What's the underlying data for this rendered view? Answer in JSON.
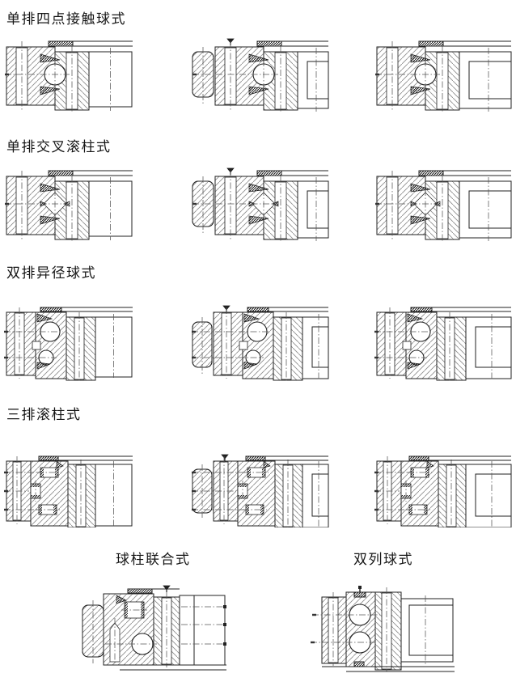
{
  "page": {
    "kind": "slewing-bearing-structure-type-chart",
    "background": "#ffffff",
    "ink_color": "#222222",
    "hatch_color": "#8a8a8a",
    "centerline_color": "#555555"
  },
  "rows": [
    {
      "label": "单排四点接触球式",
      "type": "single-row-four-point-contact-ball",
      "rolling_element": "ball",
      "cells": [
        {
          "variant": "plain"
        },
        {
          "variant": "external-gear"
        },
        {
          "variant": "internal-gear"
        }
      ]
    },
    {
      "label": "单排交叉滚柱式",
      "type": "single-row-crossed-roller",
      "rolling_element": "crossed-roller-diamond",
      "cells": [
        {
          "variant": "plain"
        },
        {
          "variant": "external-gear"
        },
        {
          "variant": "internal-gear"
        }
      ]
    },
    {
      "label": "双排异径球式",
      "type": "double-row-different-diameter-ball",
      "rolling_element": "two-balls-different-diameter",
      "cells": [
        {
          "variant": "plain"
        },
        {
          "variant": "external-gear"
        },
        {
          "variant": "internal-gear"
        }
      ]
    },
    {
      "label": "三排滚柱式",
      "type": "three-row-roller",
      "rolling_element": "three-rollers",
      "cells": [
        {
          "variant": "plain"
        },
        {
          "variant": "external-gear"
        },
        {
          "variant": "internal-gear"
        }
      ]
    }
  ],
  "bottom_row": [
    {
      "label": "球柱联合式",
      "type": "ball-roller-combined",
      "rolling_element": "roller-and-ball",
      "variant": "external-gear"
    },
    {
      "label": "双列球式",
      "type": "double-row-ball",
      "rolling_element": "two-equal-balls",
      "variant": "plain"
    }
  ]
}
